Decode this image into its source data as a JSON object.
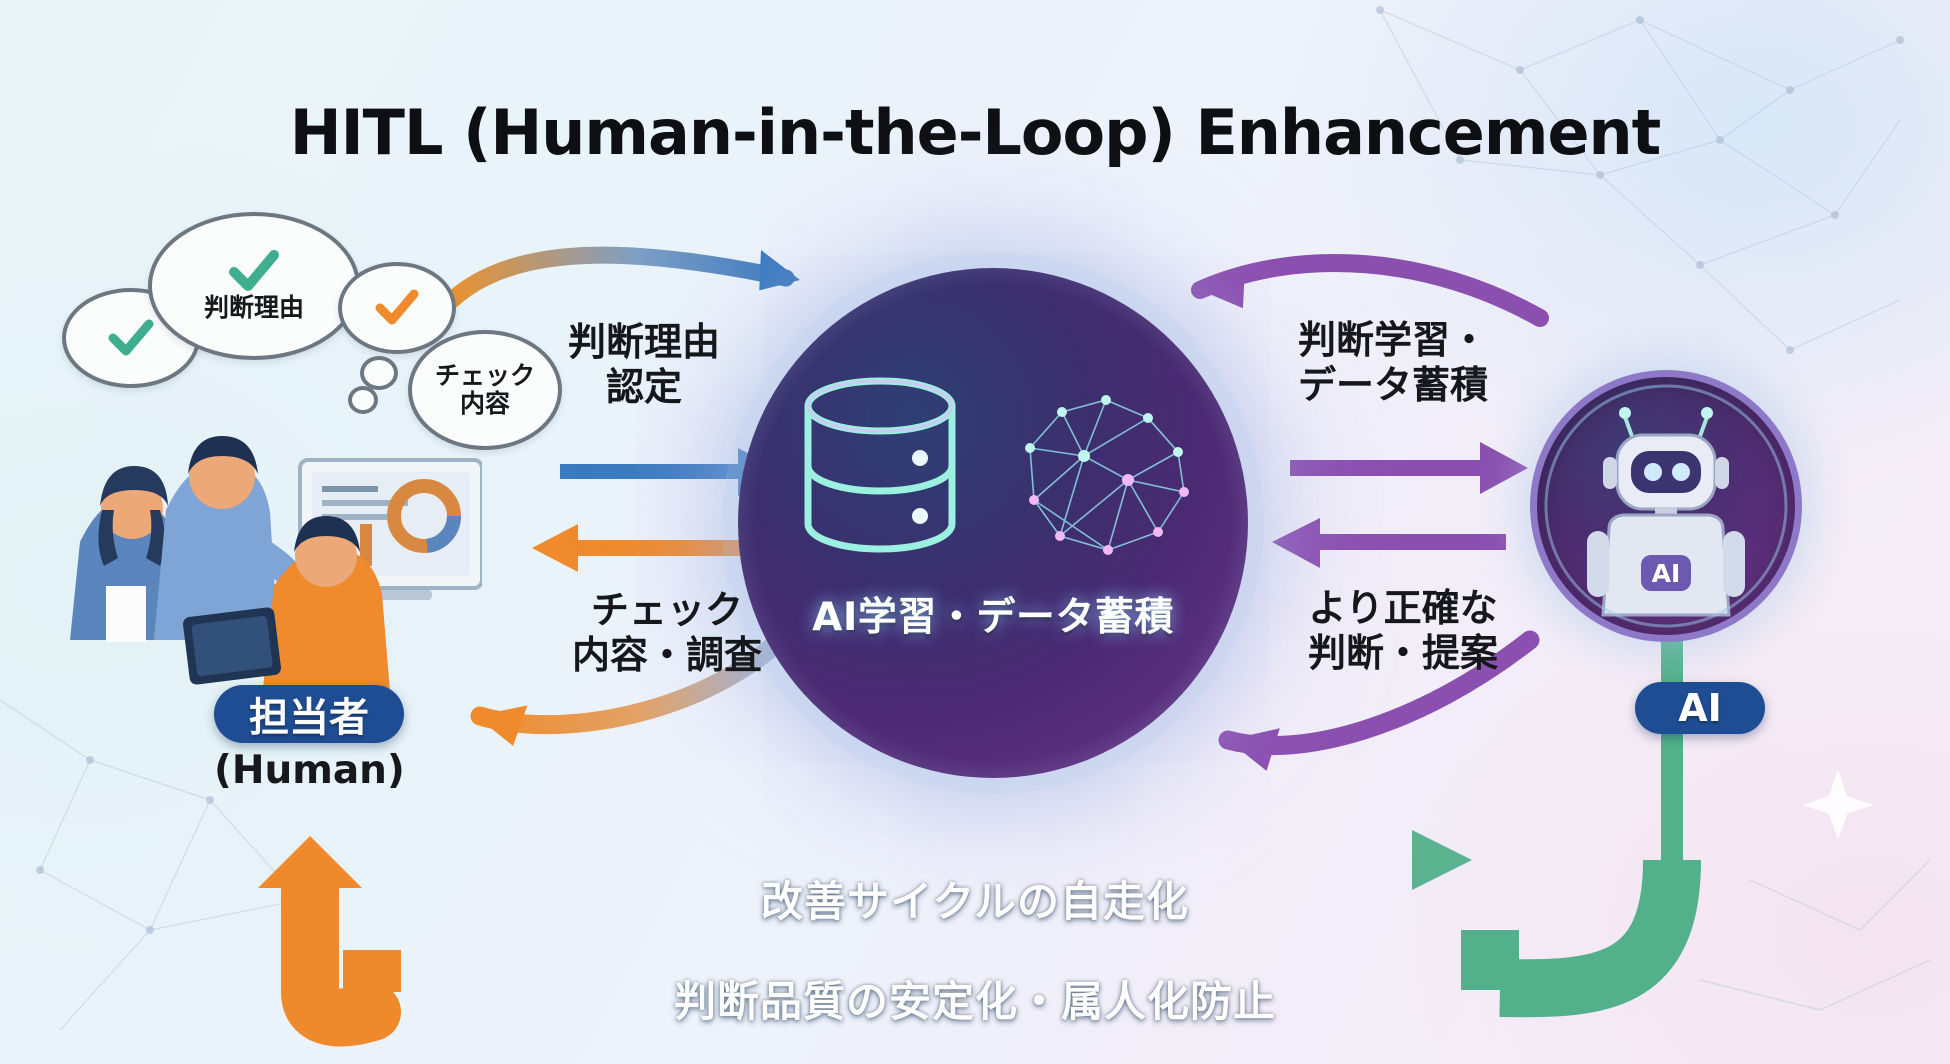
{
  "title": {
    "main": "HITL",
    "paren": "(Human-in-the-Loop)",
    "suffix": "Enhancement",
    "full": "HITL (Human-in-the-Loop) Enhancement"
  },
  "hub": {
    "label": "AI学習・データ蓄積",
    "icons": [
      "database-icon",
      "neural-brain-icon"
    ]
  },
  "actors": {
    "human": {
      "badge": "担当者",
      "sub": "(Human)"
    },
    "ai": {
      "badge": "AI",
      "avatar": "robot-icon"
    }
  },
  "bubbles": [
    {
      "id": "check-green-small",
      "text": "",
      "check_color": "#3fae8e"
    },
    {
      "id": "reason-bubble",
      "text": "判断理由",
      "check_color": "#3fae8e"
    },
    {
      "id": "check-orange-small",
      "text": "",
      "check_color": "#ef8b2c"
    },
    {
      "id": "check-content-bubble",
      "text": "チェック\n内容",
      "line1": "チェック",
      "line2": "内容",
      "check_color": "#ef8b2c"
    }
  ],
  "flows": [
    {
      "id": "human-to-hub",
      "line1": "判断理由",
      "line2": "認定",
      "color": "#3a7bbf",
      "direction": "right"
    },
    {
      "id": "hub-to-human",
      "line1": "チェック",
      "line2": "内容・調査",
      "color": "#ef8b2c",
      "direction": "left"
    },
    {
      "id": "hub-to-ai",
      "line1": "判断学習・",
      "line2": "データ蓄積",
      "color": "#8b4fb0",
      "direction": "right"
    },
    {
      "id": "ai-to-hub",
      "line1": "より正確な",
      "line2": "判断・提案",
      "color": "#8b4fb0",
      "direction": "left"
    }
  ],
  "bottom_bars": [
    {
      "id": "bar-self-driving-cycle",
      "label": "改善サイクルの自走化"
    },
    {
      "id": "bar-quality-stability",
      "label": "判断品質の安定化・属人化防止"
    }
  ],
  "colors": {
    "badge_blue": "#1f4d94",
    "arrow_blue": "#3a7bbf",
    "arrow_orange": "#ef8b2c",
    "arrow_purple": "#8b4fb0",
    "bar_green": "#52b08a",
    "hub_purple": "#5b2f7e",
    "title_black": "#0d0f12"
  }
}
